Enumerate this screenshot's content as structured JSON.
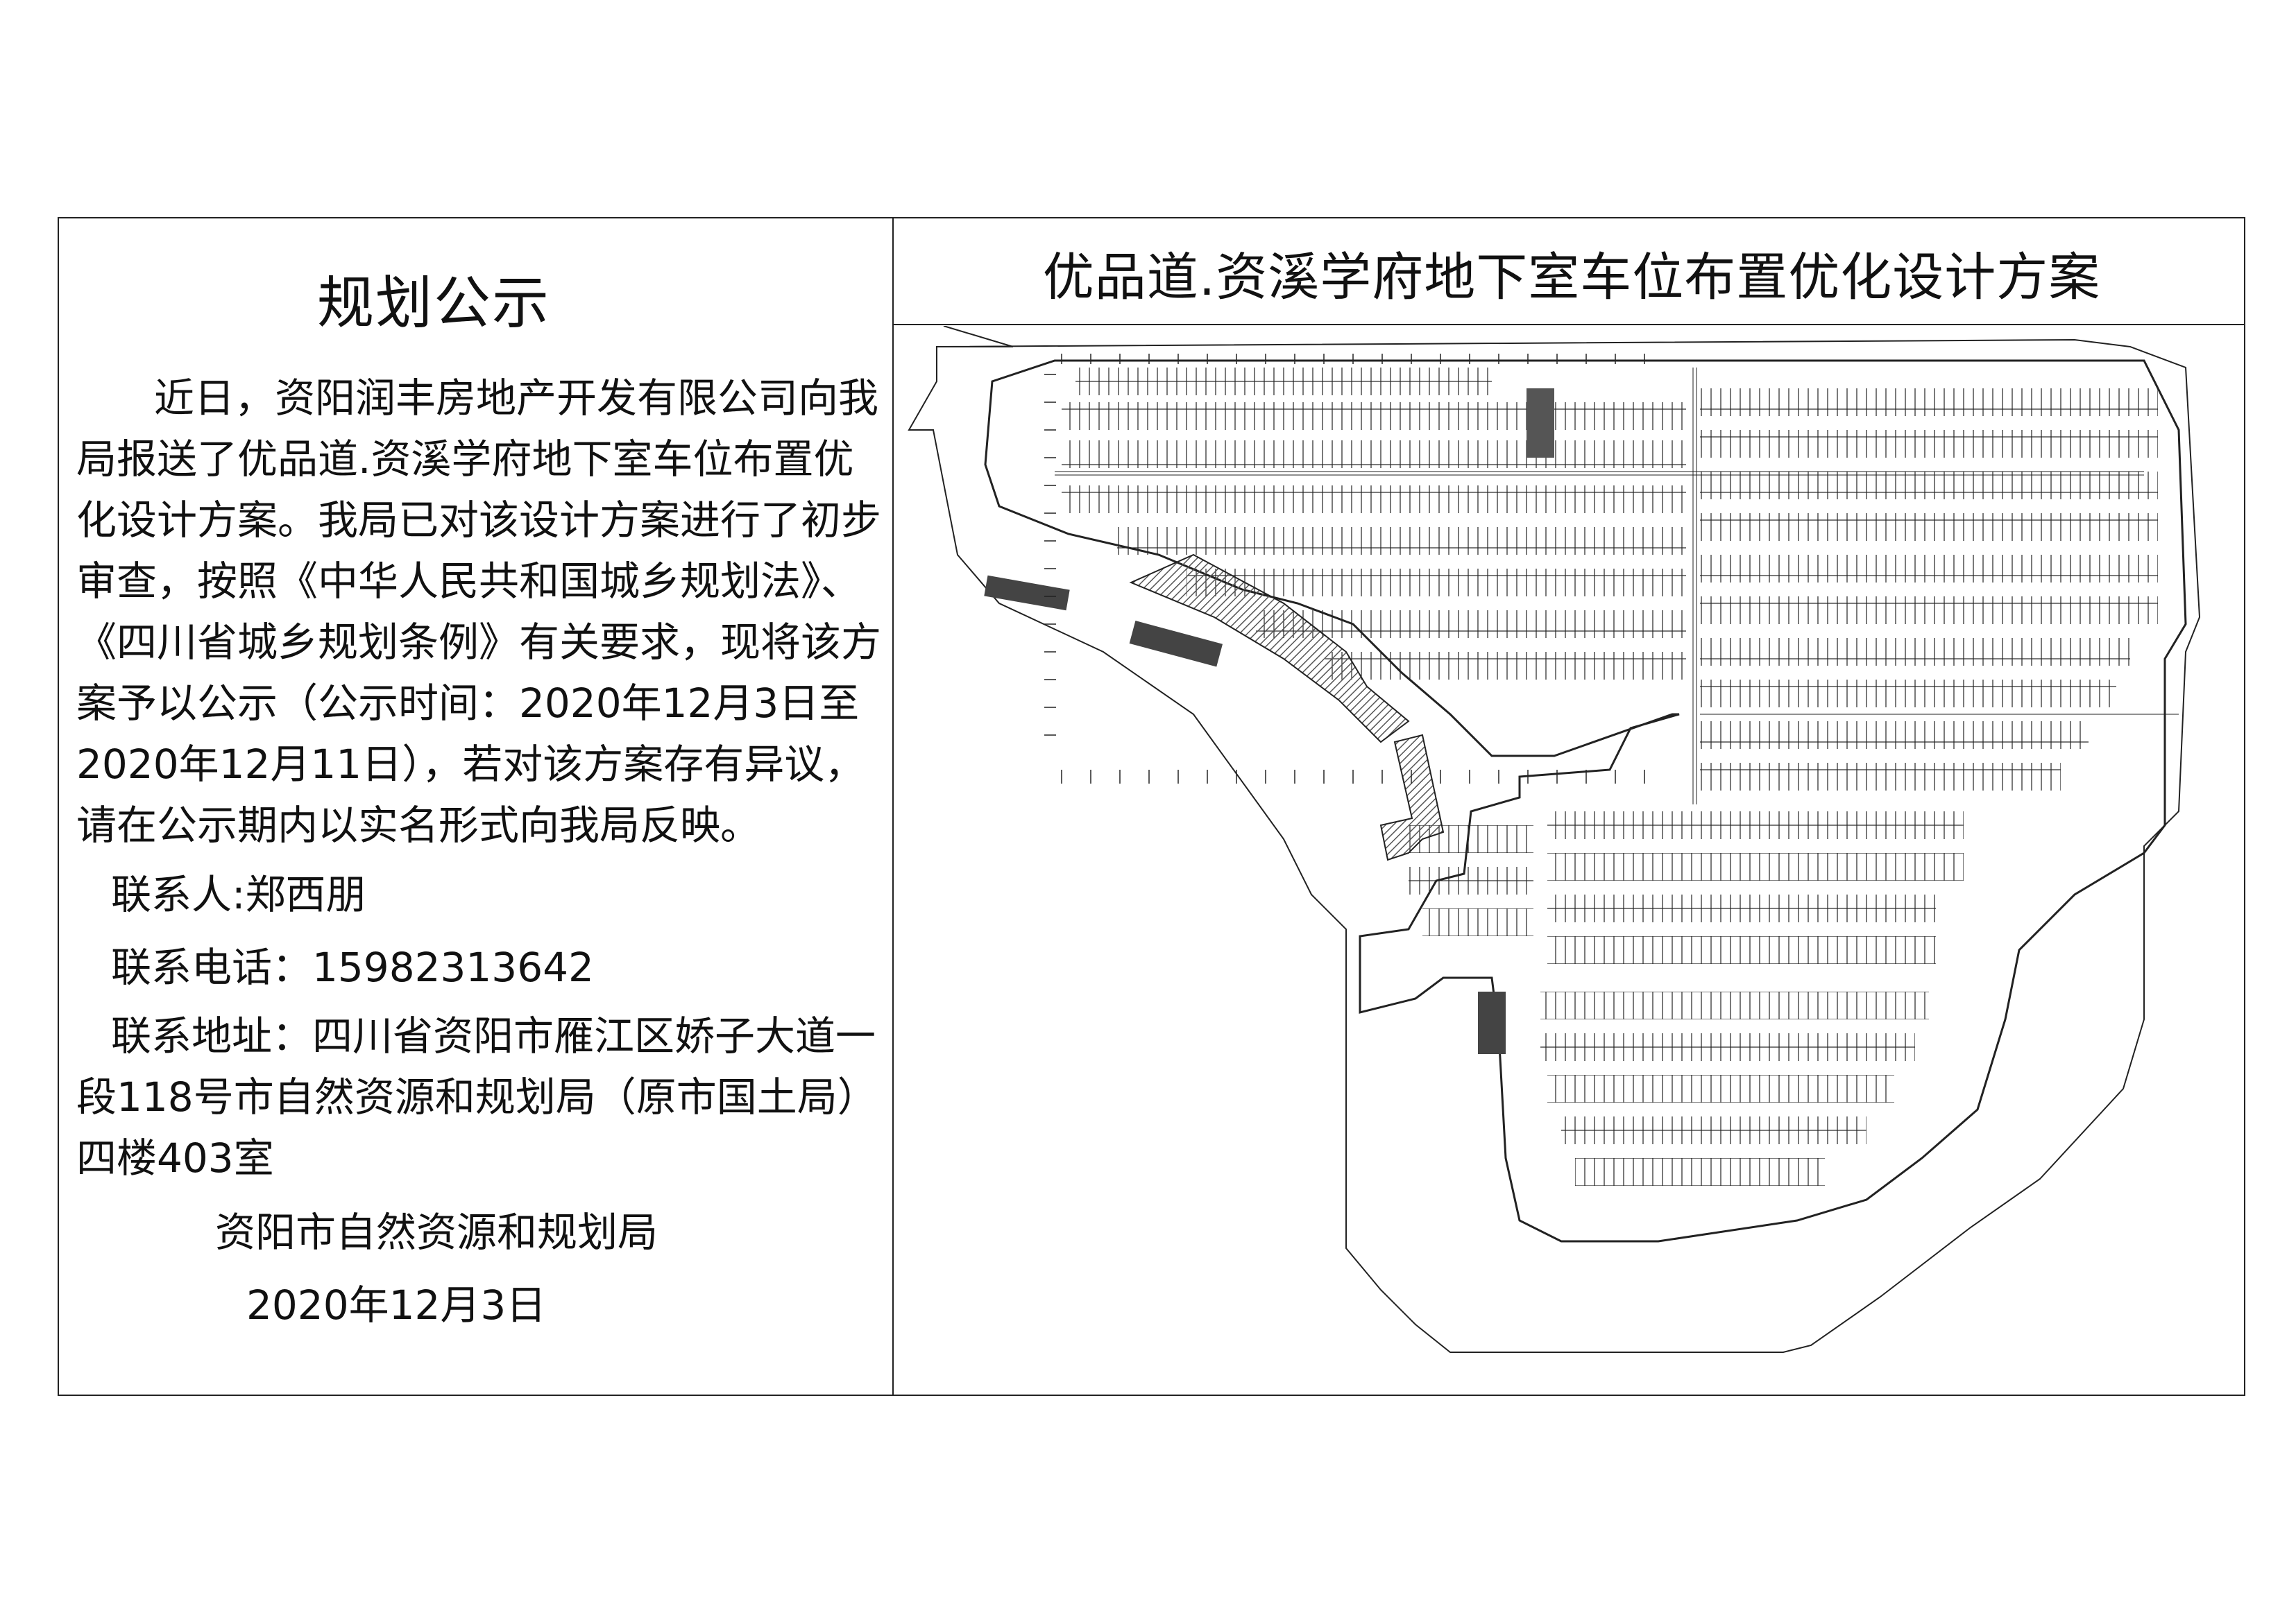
{
  "notice": {
    "title": "规划公示",
    "paragraph": "近日，资阳润丰房地产开发有限公司向我局报送了优品道.资溪学府地下室车位布置优化设计方案。我局已对该设计方案进行了初步审查，按照《中华人民共和国城乡规划法》、《四川省城乡规划条例》有关要求，现将该方案予以公示（公示时间：2020年12月3日至2020年12月11日），若对该方案存有异议，请在公示期内以实名形式向我局反映。",
    "contact_person": "联系人:郑西朋",
    "contact_phone": "联系电话：15982313642",
    "contact_address": "联系地址：四川省资阳市雁江区娇子大道一段118号市自然资源和规划局（原市国土局）四楼403室",
    "signature_org": "资阳市自然资源和规划局",
    "signature_date": "2020年12月3日"
  },
  "plan": {
    "title": "优品道.资溪学府地下室车位布置优化设计方案"
  },
  "colors": {
    "line": "#222222",
    "hatch": "#555555",
    "dark_block": "#333333"
  }
}
